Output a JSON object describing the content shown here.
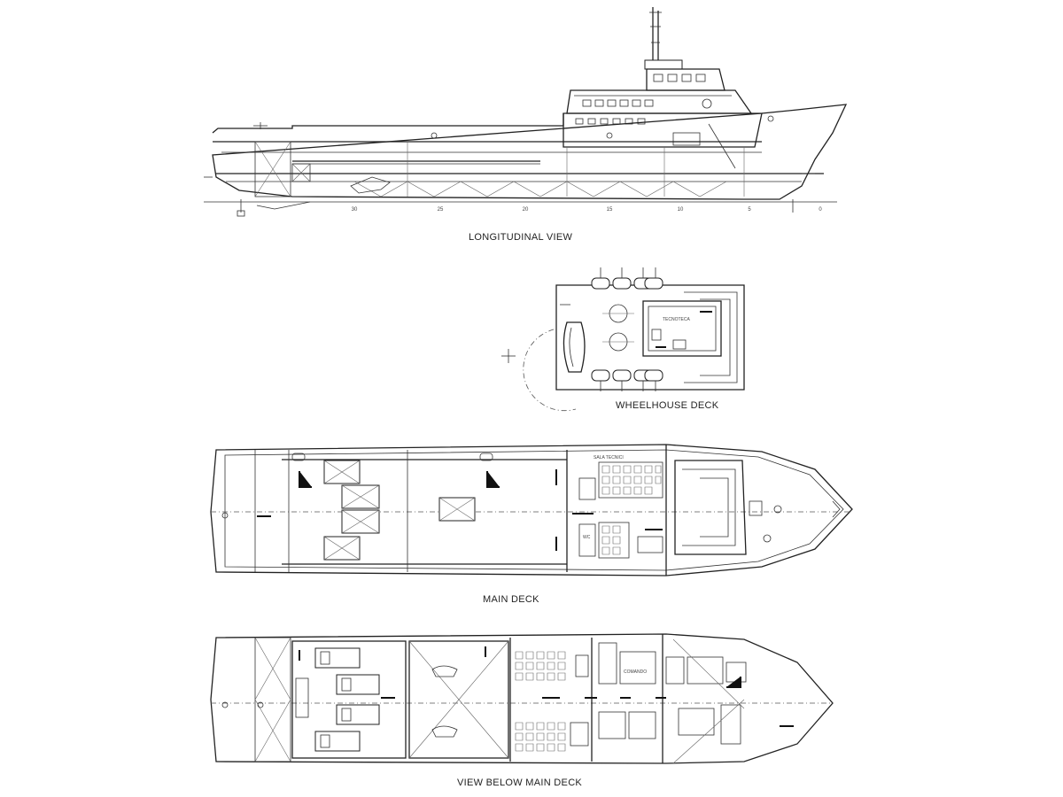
{
  "captions": {
    "longitudinal": "LONGITUDINAL VIEW",
    "wheelhouse": "WHEELHOUSE DECK",
    "main": "MAIN DECK",
    "below": "VIEW BELOW MAIN DECK"
  },
  "frame_numbers": [
    "30",
    "25",
    "20",
    "15",
    "10",
    "5",
    "0"
  ],
  "room_labels": {
    "sala_tecnici": "SALA TECNICI",
    "tecnoteca": "TECNOTECA",
    "wc": "WC",
    "comando": "COMANDO"
  },
  "colors": {
    "line": "#222222",
    "paper": "#ffffff"
  }
}
